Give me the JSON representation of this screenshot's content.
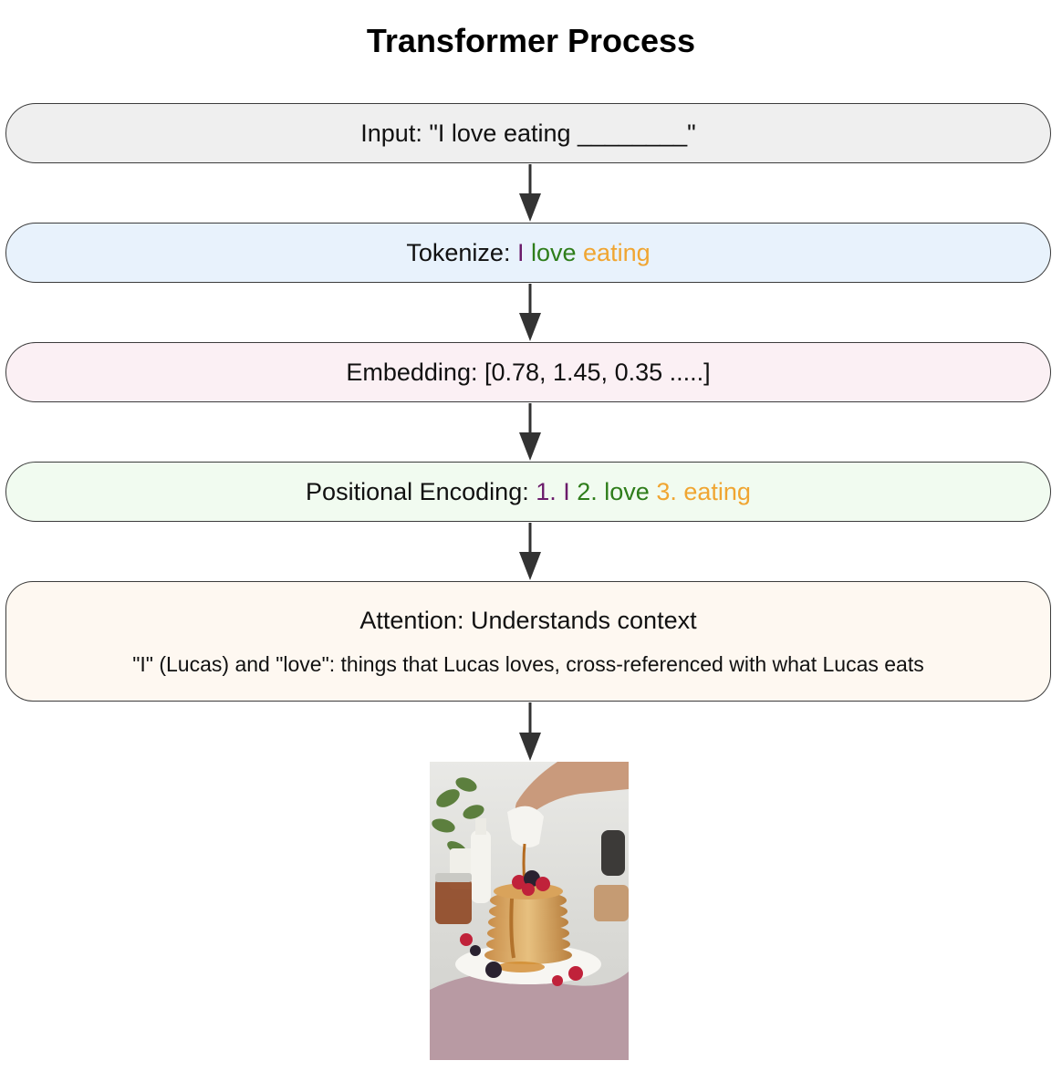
{
  "title": "Transformer Process",
  "steps": {
    "input": {
      "text": "Input: \"I love eating ________\""
    },
    "tokenize": {
      "label": "Tokenize: ",
      "tokens": [
        {
          "text": "I",
          "color": "#6b1b6b"
        },
        {
          "text": "love",
          "color": "#2e7d1a"
        },
        {
          "text": "eating",
          "color": "#f0a531"
        }
      ]
    },
    "embedding": {
      "text": "Embedding: [0.78, 1.45, 0.35 .....]"
    },
    "positional": {
      "label": "Positional Encoding: ",
      "tokens": [
        {
          "text": "1. I",
          "color": "#6b1b6b"
        },
        {
          "text": "2. love",
          "color": "#2e7d1a"
        },
        {
          "text": "3. eating",
          "color": "#f0a531"
        }
      ]
    },
    "attention": {
      "title": "Attention: Understands context",
      "detail": "\"I\" (Lucas) and \"love\": things that Lucas loves, cross-referenced with what Lucas eats"
    }
  },
  "colors": {
    "input_bg": "#efefef",
    "tokenize_bg": "#e8f2fc",
    "embedding_bg": "#fbf0f4",
    "positional_bg": "#f1fbf0",
    "attention_bg": "#fef8f1",
    "arrow": "#333333"
  },
  "image": {
    "depicts": "stack of pancakes with berries and syrup being poured"
  }
}
